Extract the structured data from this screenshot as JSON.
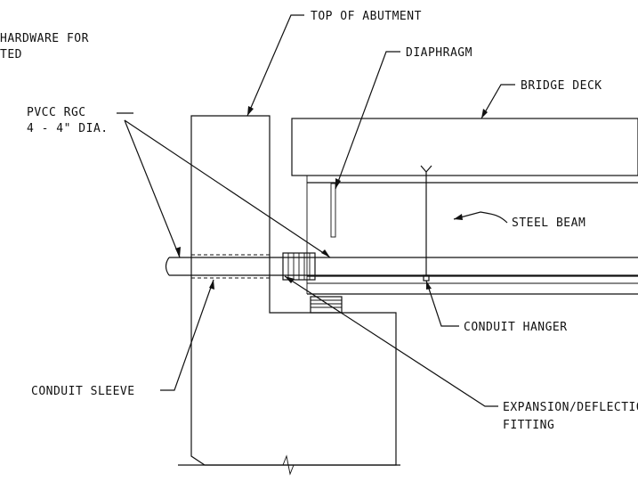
{
  "labels": {
    "hardware_line1": "HARDWARE FOR",
    "hardware_line2": "TED",
    "top_of_abutment": "TOP OF ABUTMENT",
    "diaphragm": "DIAPHRAGM",
    "bridge_deck": "BRIDGE DECK",
    "pvcc_line1": "PVCC RGC",
    "pvcc_line2": "4 - 4\" DIA.",
    "steel_beam": "STEEL BEAM",
    "conduit_hanger": "CONDUIT HANGER",
    "conduit_sleeve": "CONDUIT SLEEVE",
    "expansion_line1": "EXPANSION/DEFLECTION",
    "expansion_line2": "FITTING"
  }
}
